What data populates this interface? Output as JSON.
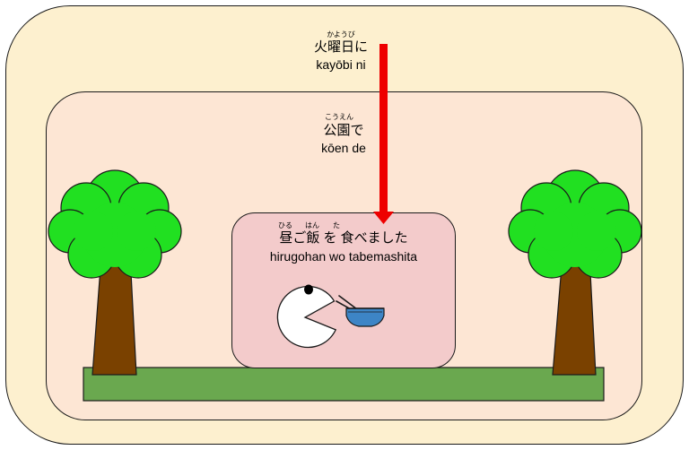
{
  "time_phrase": {
    "furigana": "かようび",
    "japanese": "火曜日に",
    "romaji": "kayōbi ni"
  },
  "place_phrase": {
    "furigana": "こうえん",
    "japanese": "公園で",
    "romaji": "kōen de"
  },
  "action_phrase": {
    "furigana_hiru": "ひる",
    "furigana_han": "はん",
    "furigana_ta": "た",
    "japanese": "昼ご飯 を 食べました",
    "romaji": "hirugohan wo tabemashita"
  },
  "colors": {
    "outer_fill": "#fdf0cf",
    "middle_fill": "#fde6d4",
    "inner_fill": "#f3cbcb",
    "arrow": "#ee0000",
    "grass": "#6aa84f",
    "trunk": "#7a4100",
    "foliage": "#21e021",
    "bowl": "#3d85c6",
    "pacman": "#ffffff"
  },
  "icons": [
    "tree-icon",
    "pacman-icon",
    "rice-bowl-icon",
    "chopsticks-icon",
    "arrow-icon"
  ]
}
